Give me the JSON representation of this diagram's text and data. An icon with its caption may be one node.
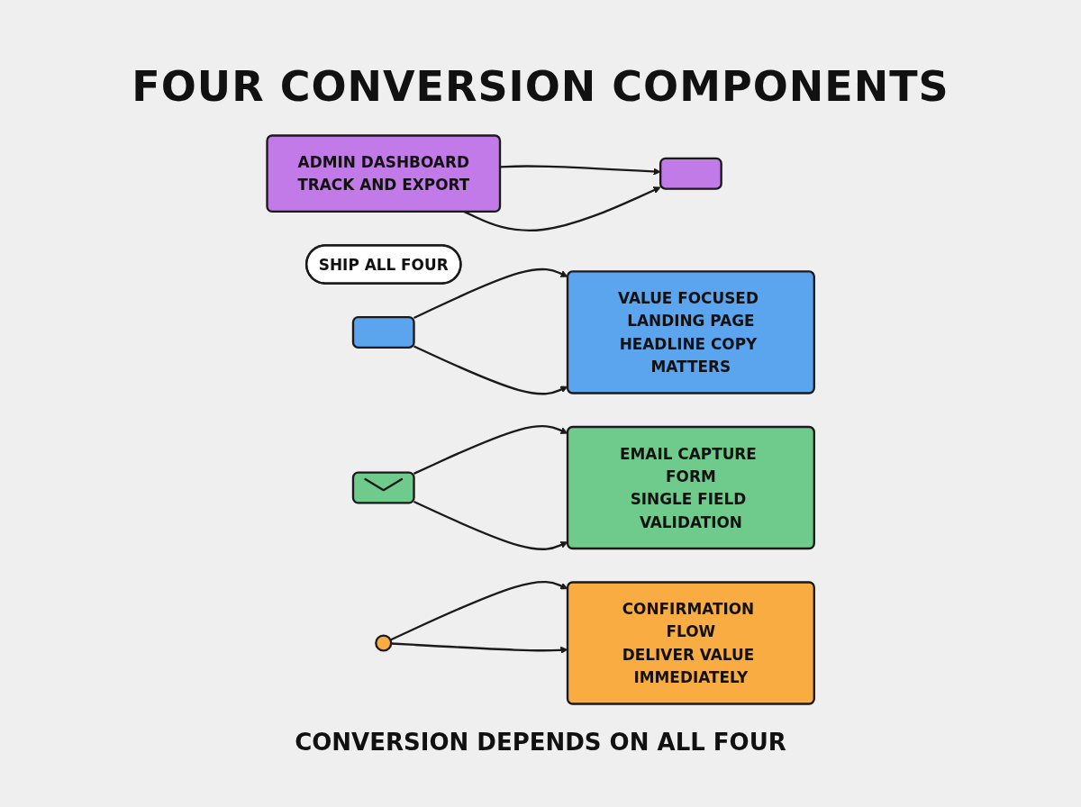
{
  "diagram": {
    "title": "FOUR CONVERSION COMPONENTS",
    "nodes": [
      {
        "text": [
          "VALUE FOCUSED LANDING PAGE",
          "HEADLINE COPY MATTERS"
        ]
      },
      {
        "text": [
          "EMAIL CAPTURE FORM",
          "SINGLE FIELD VALIDATION"
        ]
      },
      {
        "text": [
          "CONFIRMATION FLOW",
          "DELIVER VALUE IMMEDIATELY"
        ]
      },
      {
        "text": [
          "ADMIN DASHBOARD",
          "TRACK AND EXPORT"
        ]
      },
      {
        "text": [
          "SHIP ALL FOUR"
        ]
      },
      {
        "text": [],
        "shape": "box"
      },
      {
        "text": [],
        "shape": "envelope"
      },
      {
        "text": [],
        "shape": "circle"
      },
      {
        "text": [],
        "shape": "box"
      }
    ],
    "edges": [
      {
        "from": 5,
        "to": 0,
        "arrow": "to"
      },
      {
        "from": 5,
        "to": 0,
        "arrow": "to"
      },
      {
        "from": 6,
        "to": 1,
        "arrow": "to"
      },
      {
        "from": 6,
        "to": 1,
        "arrow": "to"
      },
      {
        "from": 7,
        "to": 2,
        "arrow": "to"
      },
      {
        "from": 7,
        "to": 2,
        "arrow": "to"
      },
      {
        "from": 3,
        "to": 8,
        "arrow": "to"
      },
      {
        "from": 3,
        "to": 8,
        "arrow": "to"
      }
    ],
    "caption": "CONVERSION DEPENDS ON ALL FOUR"
  }
}
